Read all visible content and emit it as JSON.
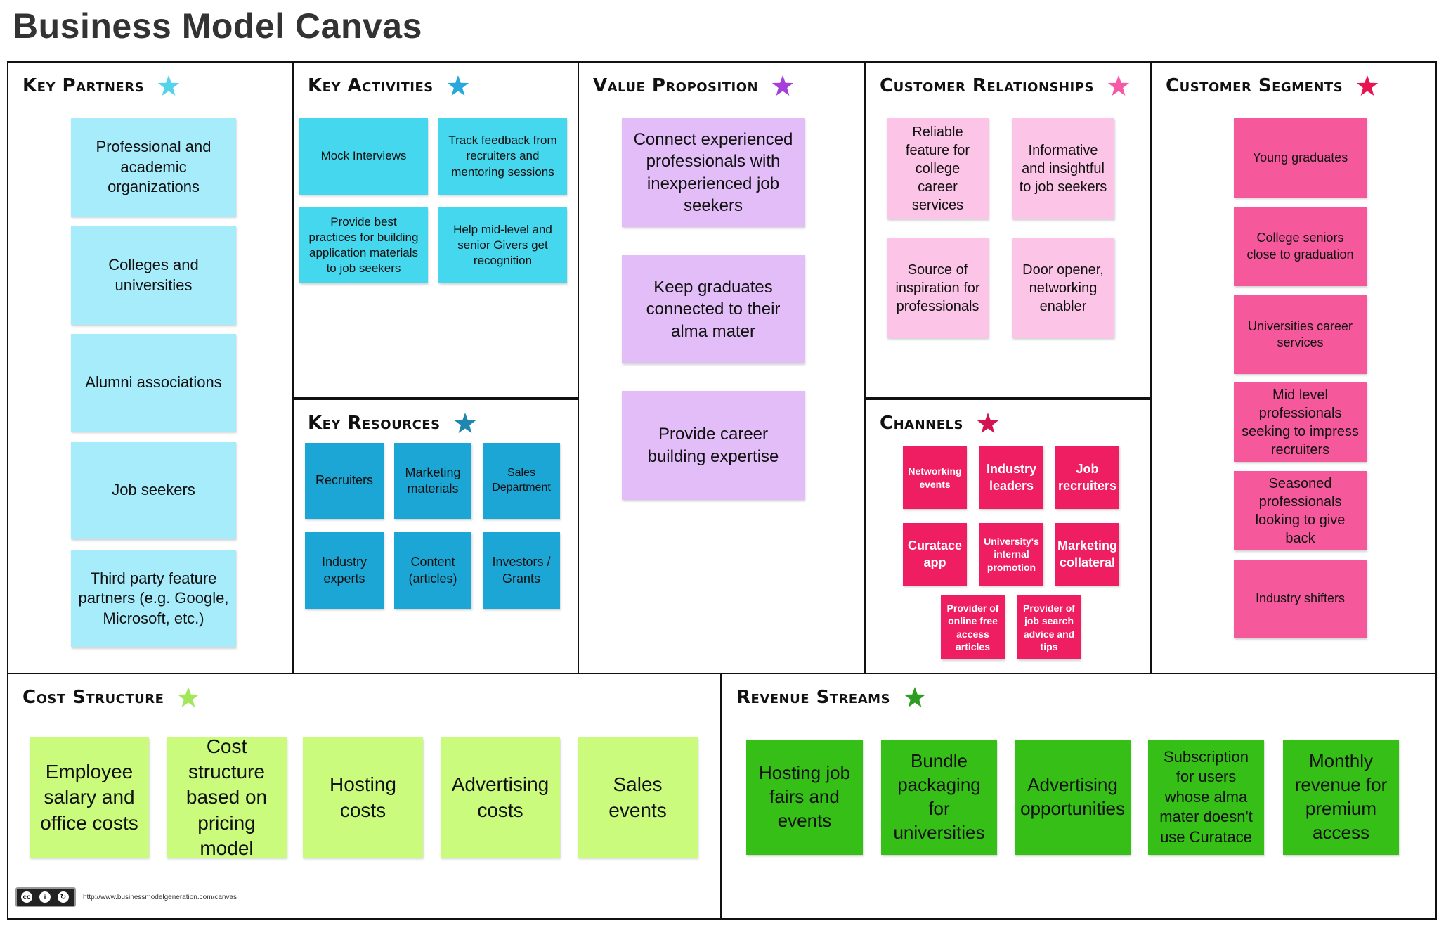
{
  "title": "Business Model Canvas",
  "colors": {
    "key_partners": "#a6ecfb",
    "key_activities": "#44d7ee",
    "key_resources": "#1ba6d6",
    "value_proposition": "#e2bdf7",
    "customer_relationships": "#fcc4e6",
    "channels": "#ef1e62",
    "customer_segments": "#f6589c",
    "cost_structure": "#cafb7c",
    "revenue_streams": "#36bf17"
  },
  "sections": {
    "key_partners": {
      "title": "Key Partners",
      "star_color": "#54d3ea",
      "notes": [
        "Professional and academic organizations",
        "Colleges and universities",
        "Alumni associations",
        "Job seekers",
        "Third party feature partners (e.g. Google, Microsoft, etc.)"
      ]
    },
    "key_activities": {
      "title": "Key Activities",
      "star_color": "#2aa8de",
      "notes": [
        "Mock Interviews",
        "Track feedback from recruiters and mentoring sessions",
        "Provide best practices for building application materials to job seekers",
        "Help mid-level and senior Givers get recognition"
      ]
    },
    "key_resources": {
      "title": "Key Resources",
      "star_color": "#1f86b0",
      "notes": [
        "Recruiters",
        "Marketing materials",
        "Sales Department",
        "Industry experts",
        "Content (articles)",
        "Investors / Grants"
      ]
    },
    "value_proposition": {
      "title": "Value Proposition",
      "star_color": "#a43fd9",
      "notes": [
        "Connect experienced professionals with inexperienced job seekers",
        "Keep graduates connected to their alma mater",
        "Provide career building expertise"
      ]
    },
    "customer_relationships": {
      "title": "Customer Relationships",
      "star_color": "#f55aa8",
      "notes": [
        "Reliable feature for college career services",
        "Informative and insightful to job seekers",
        "Source of inspiration for professionals",
        "Door opener, networking enabler"
      ]
    },
    "channels": {
      "title": "Channels",
      "star_color": "#d21552",
      "notes": [
        "Networking events",
        "Industry leaders",
        "Job recruiters",
        "Curatace app",
        "University's internal promotion",
        "Marketing collateral",
        "Provider of online free access articles",
        "Provider of job search advice and tips"
      ]
    },
    "customer_segments": {
      "title": "Customer Segments",
      "star_color": "#e8144f",
      "notes": [
        "Young graduates",
        "College seniors close to graduation",
        "Universities career services",
        "Mid level professionals seeking to impress recruiters",
        "Seasoned professionals looking to give back",
        "Industry shifters"
      ]
    },
    "cost_structure": {
      "title": "Cost Structure",
      "star_color": "#a2e65a",
      "notes": [
        "Employee salary and office costs",
        "Cost structure based on pricing model",
        "Hosting costs",
        "Advertising costs",
        "Sales events"
      ]
    },
    "revenue_streams": {
      "title": "Revenue Streams",
      "star_color": "#2e9c22",
      "notes": [
        "Hosting job fairs and events",
        "Bundle packaging for universities",
        "Advertising opportunities",
        "Subscription for users whose alma mater doesn't use Curatace",
        "Monthly revenue for premium access"
      ]
    }
  },
  "license": {
    "badge_by": "BY",
    "badge_sa": "SA",
    "url": "http://www.businessmodelgeneration.com/canvas"
  }
}
